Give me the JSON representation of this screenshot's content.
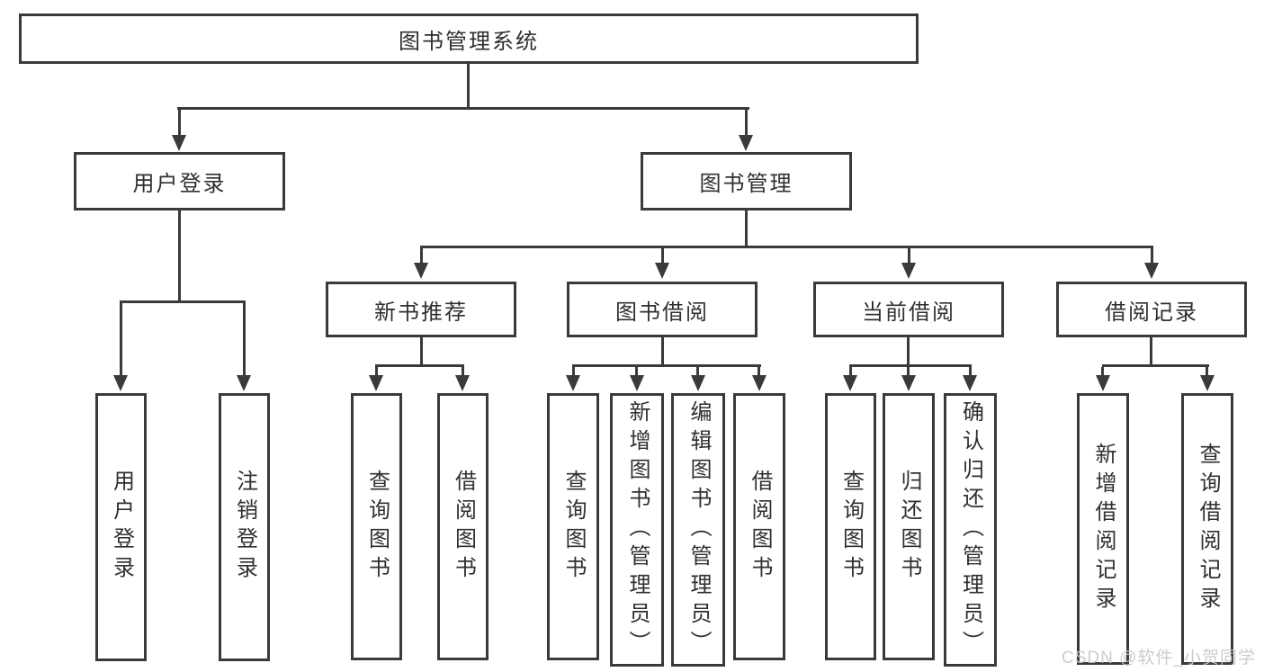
{
  "tree": {
    "label": "图书管理系统",
    "children": [
      {
        "label": "用户登录",
        "children": [
          {
            "label": "用户登录"
          },
          {
            "label": "注销登录"
          }
        ]
      },
      {
        "label": "图书管理",
        "children": [
          {
            "label": "新书推荐",
            "children": [
              {
                "label": "查询图书"
              },
              {
                "label": "借阅图书"
              }
            ]
          },
          {
            "label": "图书借阅",
            "children": [
              {
                "label": "查询图书"
              },
              {
                "label": "新增图书（管理员）"
              },
              {
                "label": "编辑图书（管理员）"
              },
              {
                "label": "借阅图书"
              }
            ]
          },
          {
            "label": "当前借阅",
            "children": [
              {
                "label": "查询图书"
              },
              {
                "label": "归还图书"
              },
              {
                "label": "确认归还（管理员）"
              }
            ]
          },
          {
            "label": "借阅记录",
            "children": [
              {
                "label": "新增借阅记录"
              },
              {
                "label": "查询借阅记录"
              }
            ]
          }
        ]
      }
    ]
  },
  "watermark": {
    "text": "CSDN @软件_小贺同学"
  },
  "colors": {
    "line": "#3a3a3a",
    "text": "#303030",
    "watermark": "#c8c8c8",
    "background": "#ffffff"
  }
}
